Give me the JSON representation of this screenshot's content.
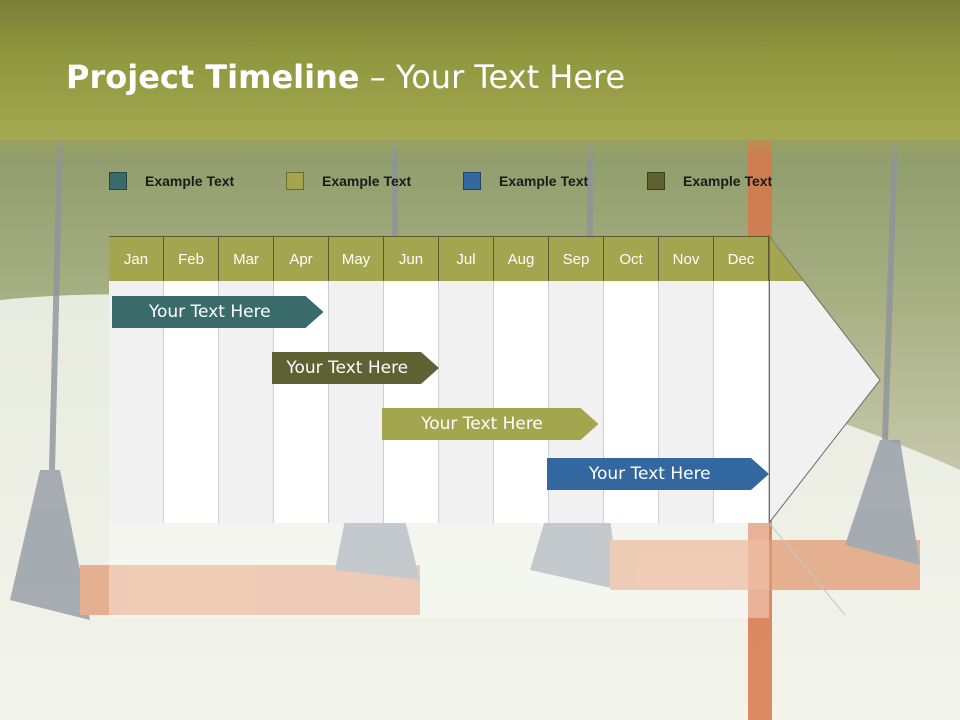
{
  "header": {
    "title_bold": "Project Timeline",
    "title_rest": " – Your Text Here"
  },
  "legend": [
    {
      "label": "Example Text",
      "color": "#3a6b6b"
    },
    {
      "label": "Example Text",
      "color": "#a4a64f"
    },
    {
      "label": "Example Text",
      "color": "#3267a0"
    },
    {
      "label": "Example Text",
      "color": "#5e6233"
    }
  ],
  "months": [
    "Jan",
    "Feb",
    "Mar",
    "Apr",
    "May",
    "Jun",
    "Jul",
    "Aug",
    "Sep",
    "Oct",
    "Nov",
    "Dec"
  ],
  "tasks": [
    {
      "label": "Your  Text Here",
      "color": "#3a6b6b",
      "start_month": 0.0,
      "end_month": 3.9
    },
    {
      "label": "Your  Text Here",
      "color": "#5e6233",
      "start_month": 2.9,
      "end_month": 6.0
    },
    {
      "label": "Your  Text Here",
      "color": "#a4a64f",
      "start_month": 4.9,
      "end_month": 8.9
    },
    {
      "label": "Your  Text Here",
      "color": "#3267a0",
      "start_month": 7.9,
      "end_month": 12.0
    }
  ]
}
